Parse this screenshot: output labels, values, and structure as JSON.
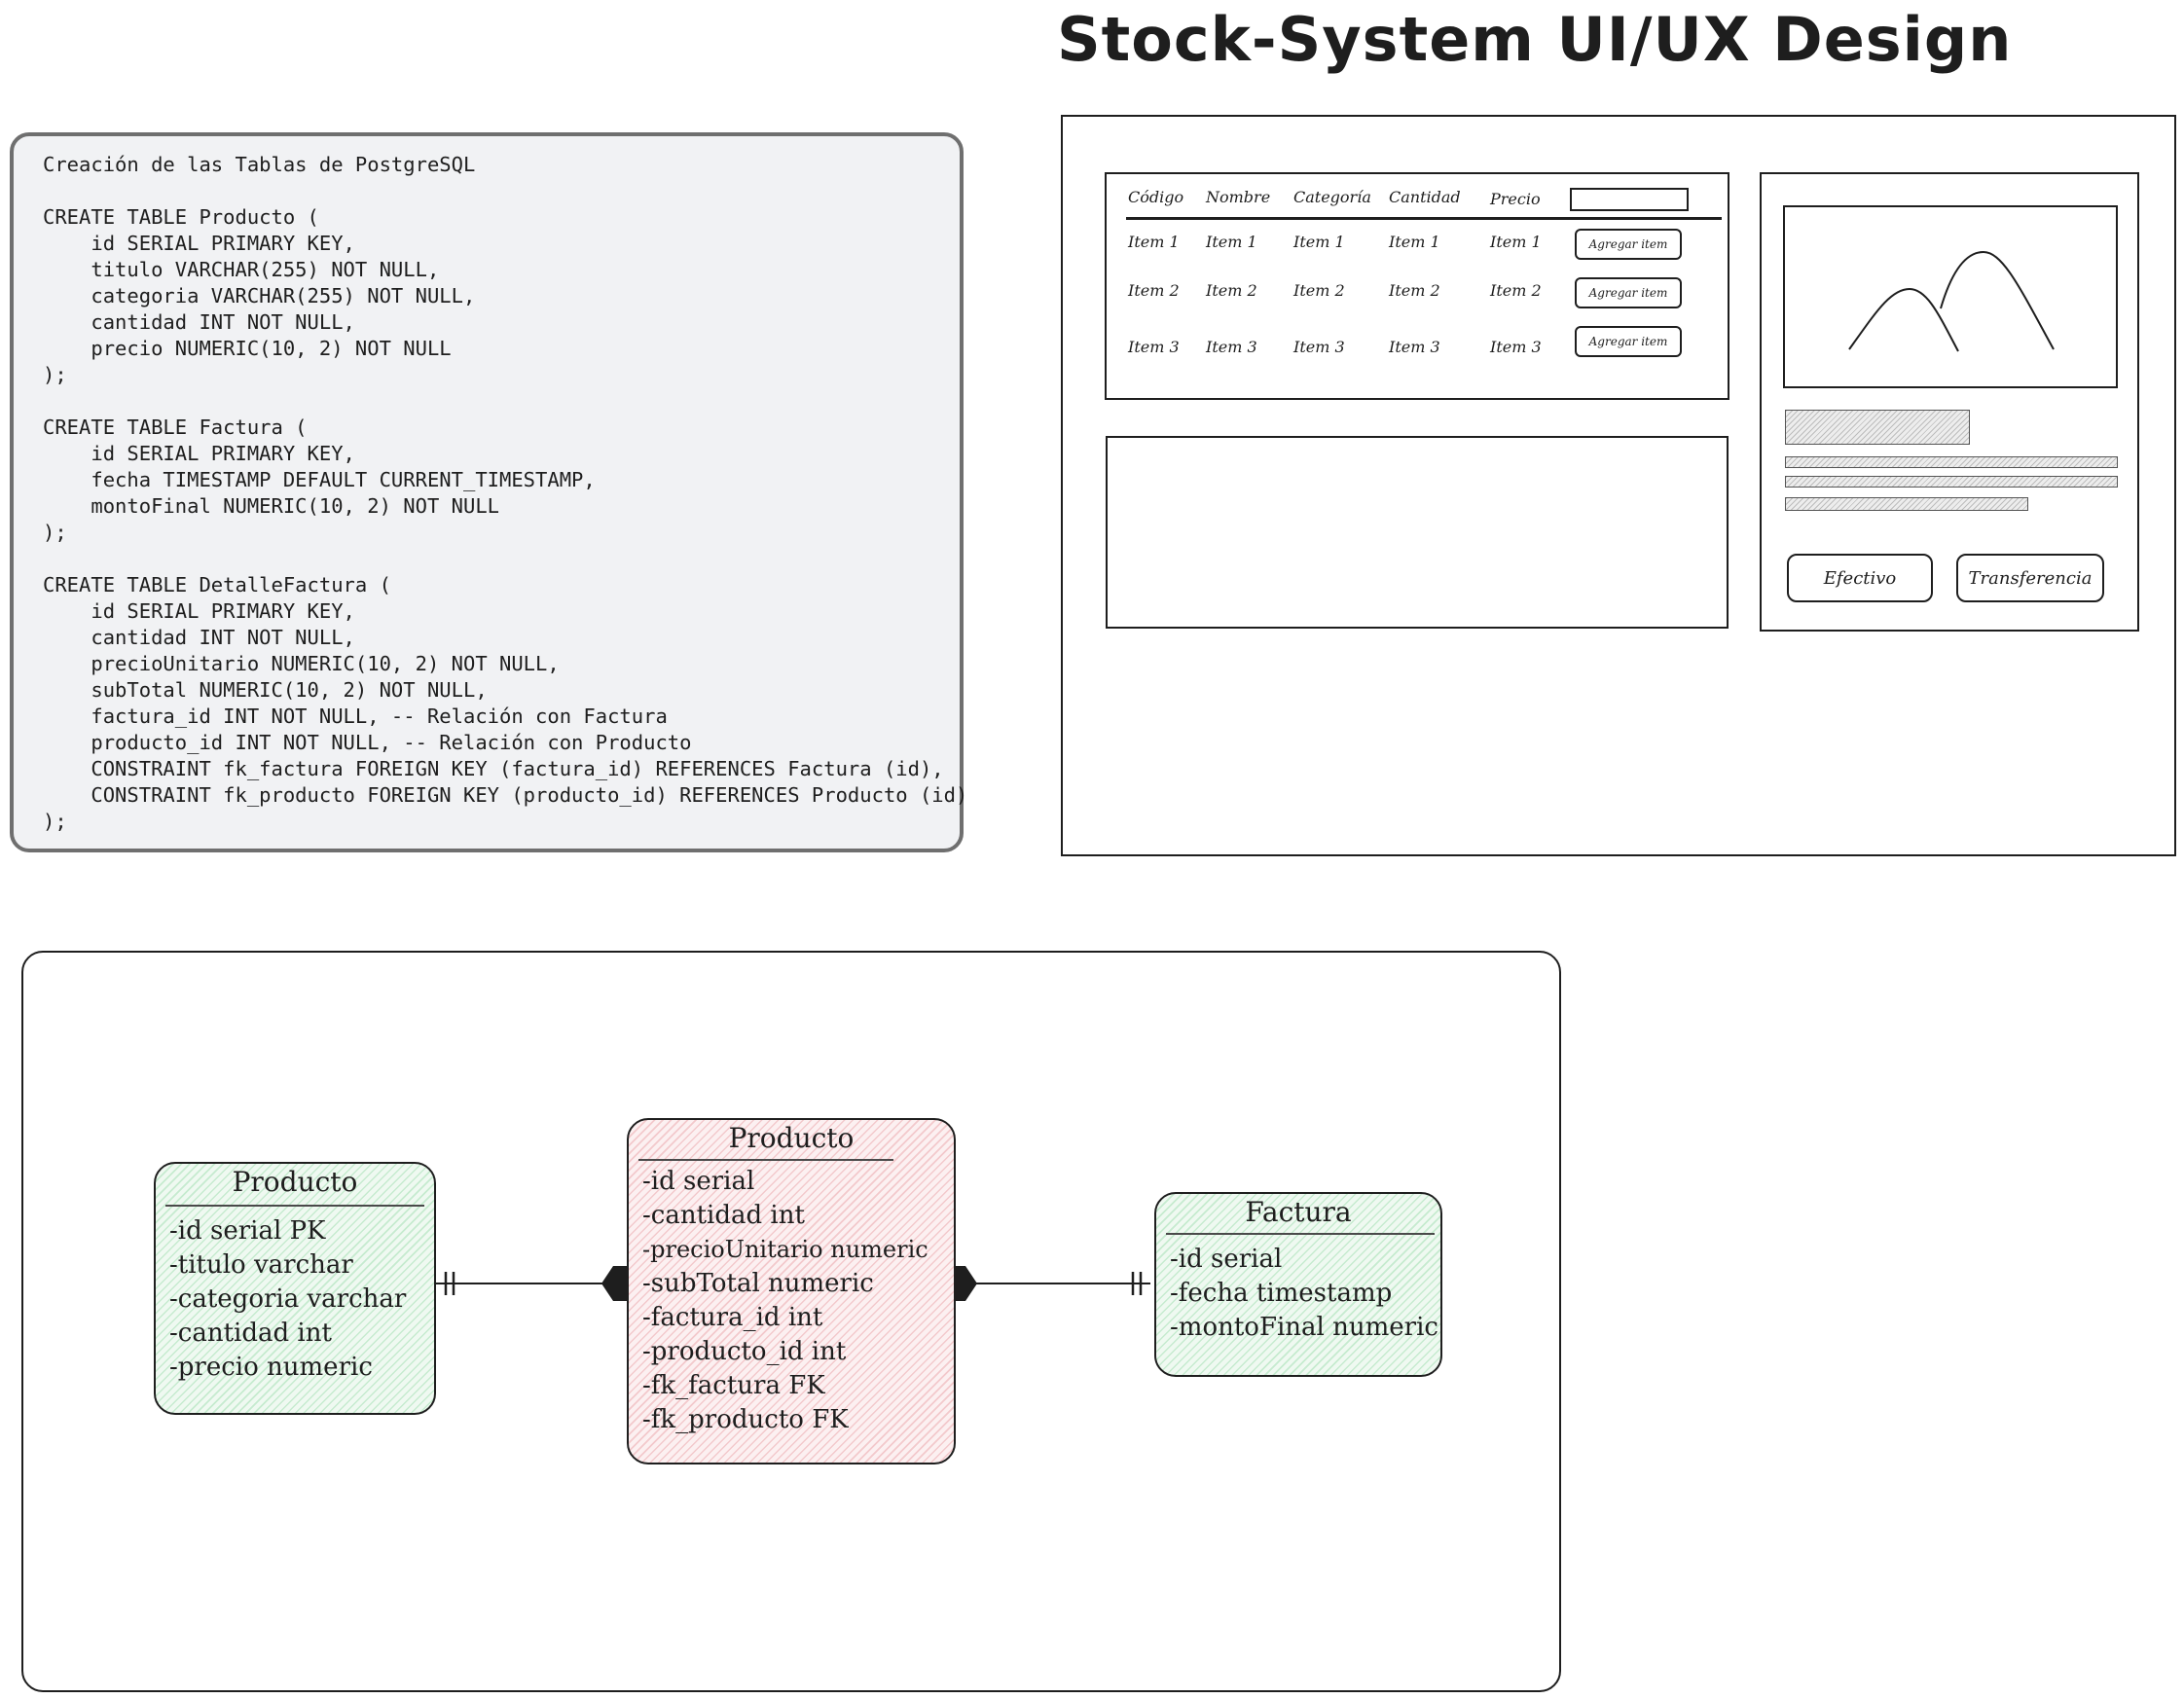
{
  "title": "Stock-System UI/UX Design",
  "sql": {
    "heading": "Creación de las Tablas de PostgreSQL",
    "lines": [
      "",
      "CREATE TABLE Producto (",
      "    id SERIAL PRIMARY KEY,",
      "    titulo VARCHAR(255) NOT NULL,",
      "    categoria VARCHAR(255) NOT NULL,",
      "    cantidad INT NOT NULL,",
      "    precio NUMERIC(10, 2) NOT NULL",
      ");",
      "",
      "CREATE TABLE Factura (",
      "    id SERIAL PRIMARY KEY,",
      "    fecha TIMESTAMP DEFAULT CURRENT_TIMESTAMP,",
      "    montoFinal NUMERIC(10, 2) NOT NULL",
      ");",
      "",
      "CREATE TABLE DetalleFactura (",
      "    id SERIAL PRIMARY KEY,",
      "    cantidad INT NOT NULL,",
      "    precioUnitario NUMERIC(10, 2) NOT NULL,",
      "    subTotal NUMERIC(10, 2) NOT NULL,",
      "    factura_id INT NOT NULL, -- Relación con Factura",
      "    producto_id INT NOT NULL, -- Relación con Producto",
      "    CONSTRAINT fk_factura FOREIGN KEY (factura_id) REFERENCES Factura (id),",
      "    CONSTRAINT fk_producto FOREIGN KEY (producto_id) REFERENCES Producto (id)",
      ");"
    ]
  },
  "wireframe": {
    "table": {
      "headers": [
        "Código",
        "Nombre",
        "Categoría",
        "Cantidad",
        "Precio"
      ],
      "rows": [
        [
          "Item 1",
          "Item 1",
          "Item 1",
          "Item 1",
          "Item 1"
        ],
        [
          "Item 2",
          "Item 2",
          "Item 2",
          "Item 2",
          "Item 2"
        ],
        [
          "Item 3",
          "Item 3",
          "Item 3",
          "Item 3",
          "Item 3"
        ]
      ],
      "add_button_label": "Agregar item"
    },
    "payment": {
      "cash_label": "Efectivo",
      "transfer_label": "Transferencia"
    }
  },
  "er_diagram": {
    "left_entity": {
      "name": "Producto",
      "attributes": [
        "-id serial PK",
        "-titulo varchar",
        "-categoria varchar",
        "-cantidad int",
        "-precio numeric"
      ],
      "color": "#c6ebcf"
    },
    "middle_entity": {
      "name": "Producto",
      "attributes": [
        "-id serial",
        "-cantidad int",
        "-precioUnitario numeric",
        "-subTotal numeric",
        "-factura_id int",
        "-producto_id int",
        "-fk_factura FK",
        "-fk_producto FK"
      ],
      "color": "#f3c9cc"
    },
    "right_entity": {
      "name": "Factura",
      "attributes": [
        "-id serial",
        "-fecha timestamp",
        "-montoFinal numeric"
      ],
      "color": "#c6ebcf"
    }
  }
}
